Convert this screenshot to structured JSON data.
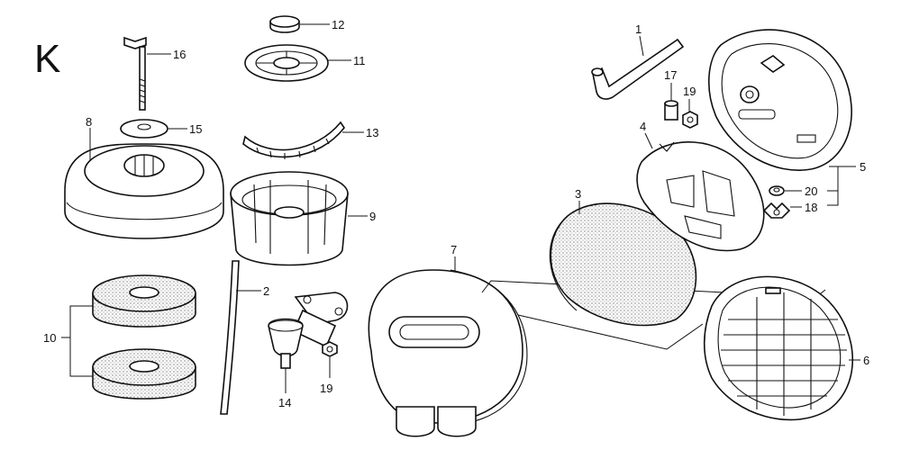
{
  "diagram": {
    "section_label": "K",
    "callouts": {
      "c1": "1",
      "c2": "2",
      "c3": "3",
      "c4": "4",
      "c5": "5",
      "c6": "6",
      "c7": "7",
      "c8": "8",
      "c9": "9",
      "c10": "10",
      "c11": "11",
      "c12": "12",
      "c13": "13",
      "c14": "14",
      "c15": "15",
      "c16": "16",
      "c17": "17",
      "c18": "18",
      "c19a": "19",
      "c19b": "19",
      "c20": "20"
    }
  }
}
